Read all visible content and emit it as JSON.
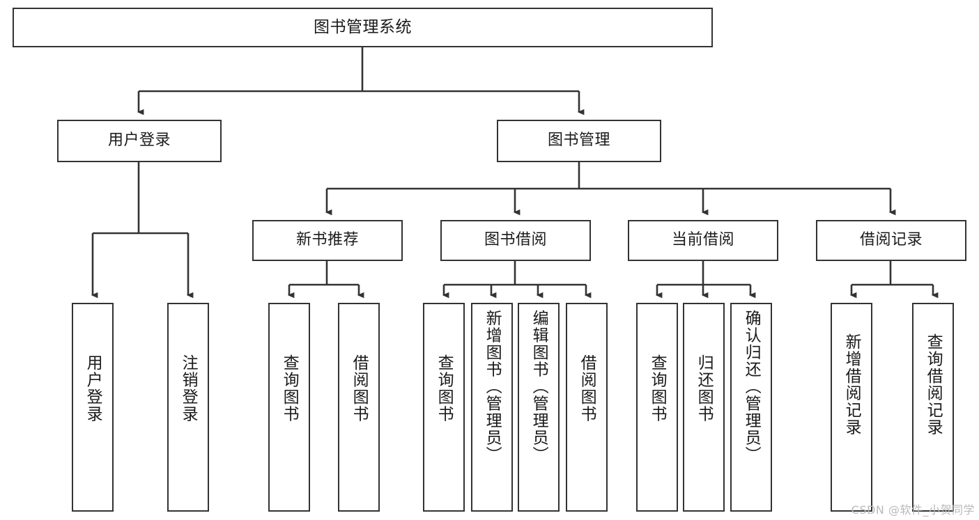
{
  "diagram": {
    "title": "图书管理系统",
    "type": "tree-hierarchy",
    "watermark": "CSDN @软件_小贺同学",
    "colors": {
      "background": "#ffffff",
      "box_border": "#333333",
      "box_fill": "#ffffff",
      "connector": "#333333",
      "text": "#1a1a1a",
      "watermark": "#b9b9b9"
    },
    "nodes": {
      "root": {
        "label": "图书管理系统",
        "level": 0
      },
      "level1": [
        {
          "id": "user-login",
          "label": "用户登录"
        },
        {
          "id": "book-manage",
          "label": "图书管理"
        }
      ],
      "level2": [
        {
          "id": "new-book-recommend",
          "label": "新书推荐",
          "parent": "book-manage"
        },
        {
          "id": "book-borrow",
          "label": "图书借阅",
          "parent": "book-manage"
        },
        {
          "id": "current-borrow",
          "label": "当前借阅",
          "parent": "book-manage"
        },
        {
          "id": "borrow-record",
          "label": "借阅记录",
          "parent": "book-manage"
        }
      ],
      "leaves": [
        {
          "id": "leaf-user-login",
          "label": "用户登录",
          "parent": "user-login"
        },
        {
          "id": "leaf-logout",
          "label": "注销登录",
          "parent": "user-login"
        },
        {
          "id": "leaf-query-book-1",
          "label": "查询图书",
          "parent": "new-book-recommend"
        },
        {
          "id": "leaf-borrow-book-1",
          "label": "借阅图书",
          "parent": "new-book-recommend"
        },
        {
          "id": "leaf-query-book-2",
          "label": "查询图书",
          "parent": "book-borrow"
        },
        {
          "id": "leaf-add-book",
          "label": "新增图书（管理员）",
          "parent": "book-borrow"
        },
        {
          "id": "leaf-edit-book",
          "label": "编辑图书（管理员）",
          "parent": "book-borrow"
        },
        {
          "id": "leaf-borrow-book-2",
          "label": "借阅图书",
          "parent": "book-borrow"
        },
        {
          "id": "leaf-query-book-3",
          "label": "查询图书",
          "parent": "current-borrow"
        },
        {
          "id": "leaf-return-book",
          "label": "归还图书",
          "parent": "current-borrow"
        },
        {
          "id": "leaf-confirm-return",
          "label": "确认归还（管理员）",
          "parent": "current-borrow"
        },
        {
          "id": "leaf-add-record",
          "label": "新增借阅记录",
          "parent": "borrow-record"
        },
        {
          "id": "leaf-query-record",
          "label": "查询借阅记录",
          "parent": "borrow-record"
        }
      ]
    }
  }
}
